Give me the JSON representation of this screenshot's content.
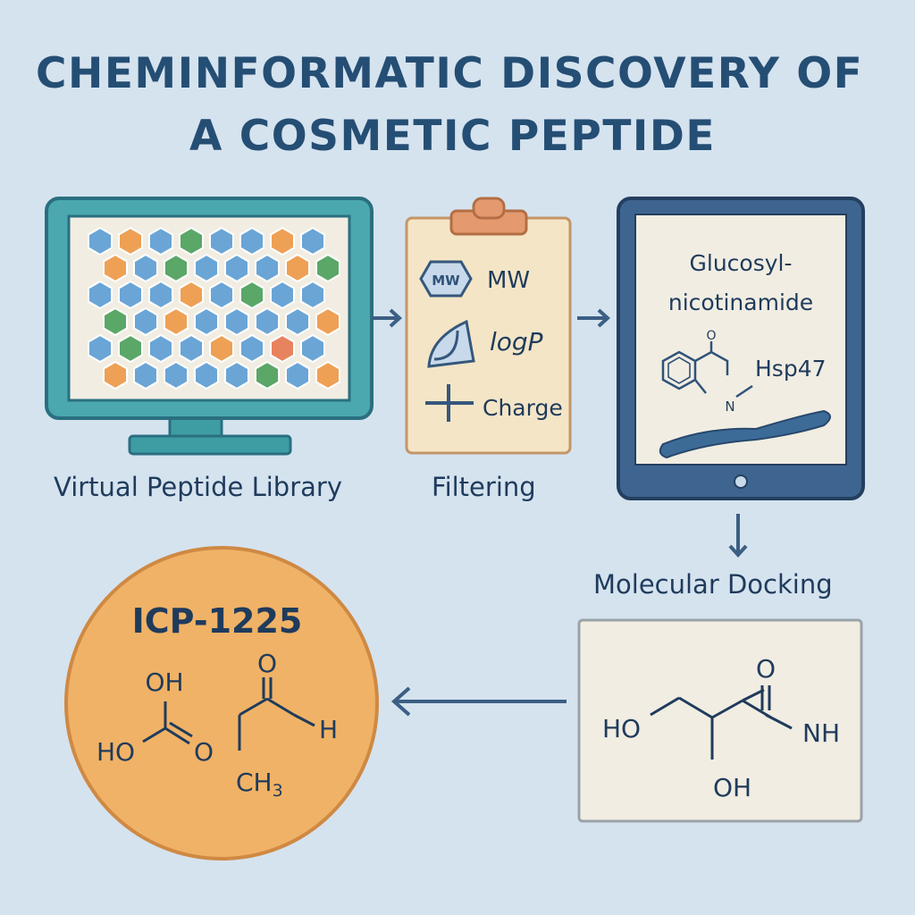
{
  "title": {
    "line1": "CHEMINFORMATIC DISCOVERY OF",
    "line2": "A COSMETIC PEPTIDE"
  },
  "steps": {
    "library": {
      "caption": "Virtual Peptide Library",
      "icon": "monitor-icon"
    },
    "filtering": {
      "caption": "Filtering",
      "icon": "clipboard-icon",
      "criteria": [
        {
          "badge": "MW",
          "label": "MW",
          "icon": "hexagon-icon"
        },
        {
          "label": "logP",
          "icon": "curve-icon"
        },
        {
          "label": "Charge",
          "icon": "plus-icon"
        }
      ]
    },
    "docking": {
      "caption": "Molecular Docking",
      "icon": "tablet-icon",
      "ligand_line1": "Glucosyl-",
      "ligand_line2": "nicotinamide",
      "target": "Hsp47",
      "atom_o": "O",
      "atom_n": "N"
    },
    "result_molecule": {
      "atoms": [
        "HO",
        "OH",
        "NH"
      ],
      "atom_o": "O"
    },
    "final": {
      "name": "ICP-1225",
      "atoms": [
        "OH",
        "HO",
        "O",
        "O",
        "H"
      ],
      "ch3_main": "CH",
      "ch3_sub": "3"
    }
  },
  "colors": {
    "background": "#d5e3ef",
    "teal": "#3e9da3",
    "navy": "#2f527a",
    "orange": "#f0b266",
    "paper": "#f0ece1"
  }
}
